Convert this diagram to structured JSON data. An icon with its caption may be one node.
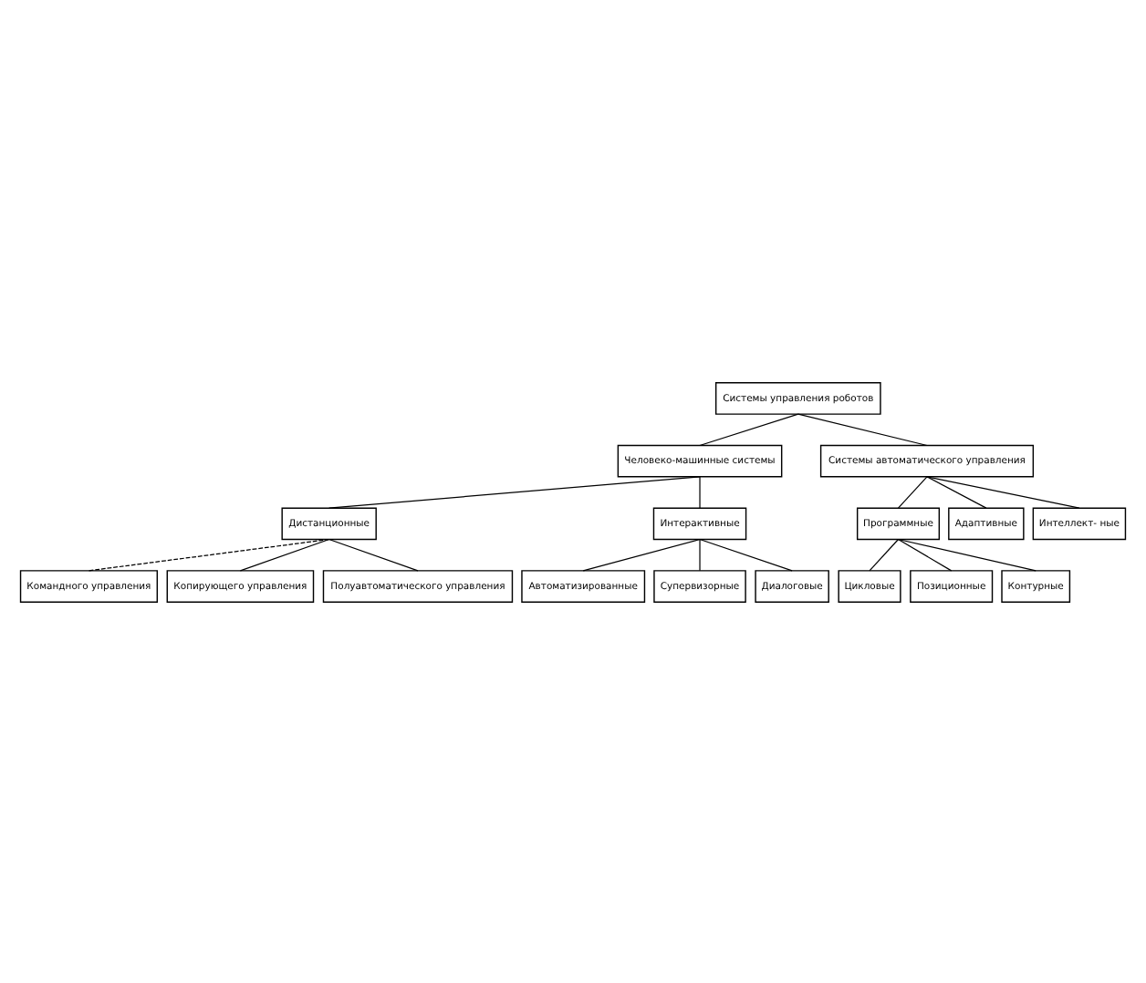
{
  "diagram": {
    "nodes": [
      {
        "text": [
          "Системы управления роботов"
        ]
      },
      {
        "text": [
          "Человеко-машинные системы"
        ]
      },
      {
        "text": [
          "Системы автоматического управления"
        ]
      },
      {
        "text": [
          "Дистанционные"
        ]
      },
      {
        "text": [
          "Интерактивные"
        ]
      },
      {
        "text": [
          "Программные"
        ]
      },
      {
        "text": [
          "Адаптивные"
        ]
      },
      {
        "text": [
          "Интеллект- ные"
        ]
      },
      {
        "text": [
          "Командного управления"
        ]
      },
      {
        "text": [
          "Копирующего управления"
        ]
      },
      {
        "text": [
          "Полуавтоматического управления"
        ]
      },
      {
        "text": [
          "Автоматизированные"
        ]
      },
      {
        "text": [
          "Супервизорные"
        ]
      },
      {
        "text": [
          "Диалоговые"
        ]
      },
      {
        "text": [
          "Цикловые"
        ]
      },
      {
        "text": [
          "Позиционные"
        ]
      },
      {
        "text": [
          "Контурные"
        ]
      }
    ],
    "edges": [
      {
        "from": 0,
        "to": 1,
        "arrow": "none"
      },
      {
        "from": 0,
        "to": 2,
        "arrow": "none"
      },
      {
        "from": 1,
        "to": 3,
        "arrow": "none"
      },
      {
        "from": 1,
        "to": 4,
        "arrow": "none"
      },
      {
        "from": 2,
        "to": 5,
        "arrow": "none"
      },
      {
        "from": 2,
        "to": 6,
        "arrow": "none"
      },
      {
        "from": 2,
        "to": 7,
        "arrow": "none"
      },
      {
        "from": 3,
        "to": 8,
        "arrow": "none",
        "style": "dashed"
      },
      {
        "from": 3,
        "to": 9,
        "arrow": "none"
      },
      {
        "from": 3,
        "to": 10,
        "arrow": "none"
      },
      {
        "from": 4,
        "to": 11,
        "arrow": "none"
      },
      {
        "from": 4,
        "to": 12,
        "arrow": "none"
      },
      {
        "from": 4,
        "to": 13,
        "arrow": "none"
      },
      {
        "from": 5,
        "to": 14,
        "arrow": "none"
      },
      {
        "from": 5,
        "to": 15,
        "arrow": "none"
      },
      {
        "from": 5,
        "to": 16,
        "arrow": "none"
      }
    ]
  }
}
